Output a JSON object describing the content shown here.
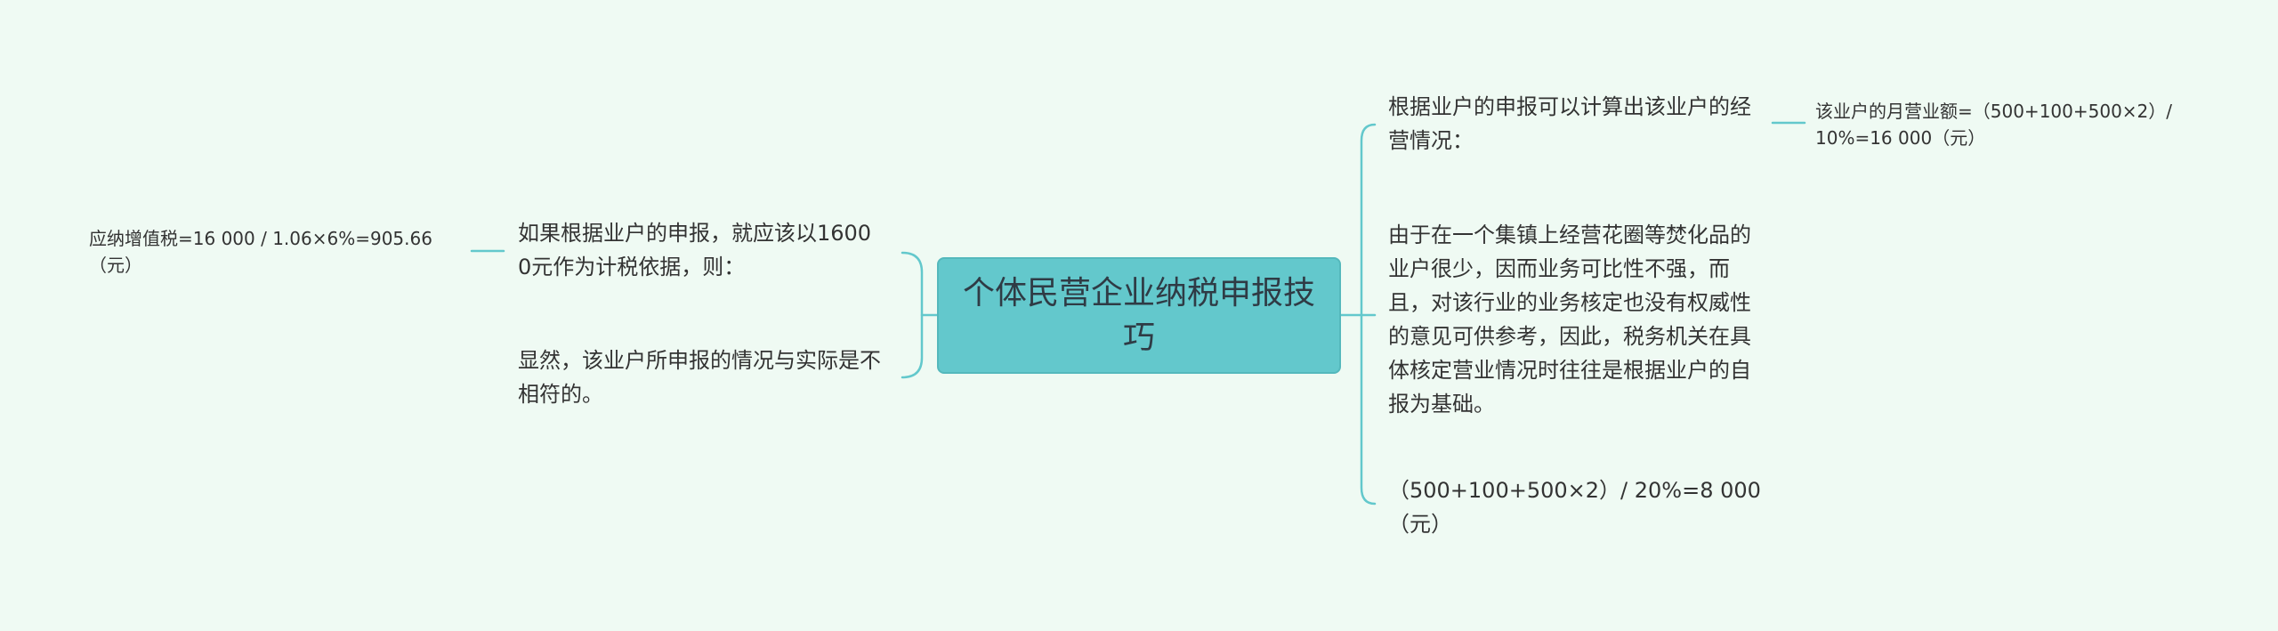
{
  "mindmap": {
    "root": {
      "label": "个体民营企业纳税申报技巧"
    },
    "left_branches": [
      {
        "label": "如果根据业户的申报，就应该以16000元作为计税依据，则：",
        "children": [
          {
            "label": "应纳增值税=16 000 / 1.06×6%=905.66（元）"
          }
        ]
      },
      {
        "label": "显然，该业户所申报的情况与实际是不相符的。"
      }
    ],
    "right_branches": [
      {
        "label": "根据业户的申报可以计算出该业户的经营情况：",
        "children": [
          {
            "label": "该业户的月营业额=（500+100+500×2）/ 10%=16 000（元）"
          }
        ]
      },
      {
        "label": "由于在一个集镇上经营花圈等焚化品的业户很少，因而业务可比性不强，而且，对该行业的业务核定也没有权威性的意见可供参考，因此，税务机关在具体核定营业情况时往往是根据业户的自报为基础。"
      },
      {
        "label": "（500+100+500×2）/ 20%=8 000（元）"
      }
    ]
  },
  "colors": {
    "background": "#effaf3",
    "root_fill": "#63c8cc",
    "connector": "#63c8cc",
    "text": "#333333"
  }
}
